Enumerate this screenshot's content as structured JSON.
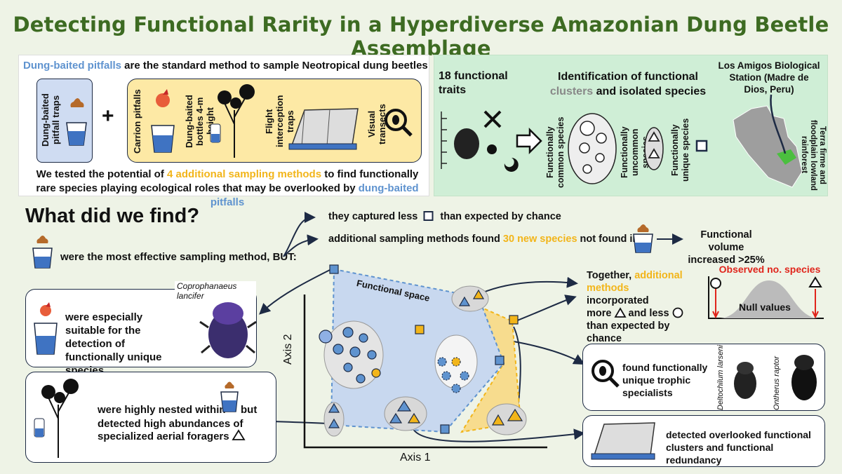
{
  "title": "Detecting Functional Rarity in a Hyperdiverse Amazonian Dung Beetle Assemblage",
  "panelA": {
    "intro_highlight": "Dung-baited pitfalls",
    "intro_rest": " are the standard method to sample Neotropical dung beetles",
    "dung_trap_label": "Dung-baited pitfall traps",
    "plus": "+",
    "methods": [
      {
        "label": "Carrion pitfalls"
      },
      {
        "label": "Dung-baited bottles 4-m height"
      },
      {
        "label": "Flight interception traps"
      },
      {
        "label": "Visual transects"
      }
    ],
    "bottom_1": "We tested the potential of ",
    "bottom_highlight": "4 additional sampling methods",
    "bottom_2": " to find functionally",
    "bottom_3": "rare species playing ecological roles that may be overlooked by ",
    "bottom_highlight2": "dung-baited pitfalls"
  },
  "panelB": {
    "traits": "18 functional traits",
    "ident_1": "Identification of functional",
    "ident_clusters": "clusters",
    "ident_2": " and isolated species",
    "common": "Functionally common species",
    "uncommon": "Functionally uncommon species",
    "unique": "Functionally unique species",
    "station": "Los Amigos Biological Station (Madre de Dios, Peru)",
    "forest": "Terra firme and floodplain lowland rainforest"
  },
  "findings": {
    "heading": "What did we find?",
    "effective": "were the most effective sampling method, BUT:",
    "captured_less_1": "they captured less",
    "captured_less_2": "than expected by chance",
    "additional_1": "additional sampling methods found ",
    "additional_highlight": "30 new species",
    "additional_2": " not found in",
    "volume": "Functional volume increased >25%",
    "together_1": "Together, ",
    "together_highlight": "additional methods",
    "together_2": " incorporated",
    "together_3": "more",
    "together_4": "and less",
    "together_5": "than expected by chance",
    "observed": "Observed no. species",
    "null": "Null values",
    "carrion_species": "Coprophanaeus lancifer",
    "carrion_text": "were especially suitable for the detection of functionally unique species",
    "bottle_1": "were highly nested within",
    "bottle_2": "but",
    "bottle_3": "detected high abundances of",
    "bottle_4": "specialized aerial foragers",
    "visual_text": "found functionally unique trophic specialists",
    "species_a": "Deltochilum larseni",
    "species_b": "Ontherus raptor",
    "fit_text": "detected overlooked functional clusters and functional redundancy",
    "functional_space": "Functional space",
    "axis1": "Axis 1",
    "axis2": "Axis 2"
  },
  "colors": {
    "title_green": "#3d6b22",
    "highlight_blue": "#5f93cf",
    "highlight_orange": "#f2b51a",
    "navy": "#1d2a44",
    "space_blue": "#c8d8ef",
    "space_orange": "#f7dc8e"
  }
}
